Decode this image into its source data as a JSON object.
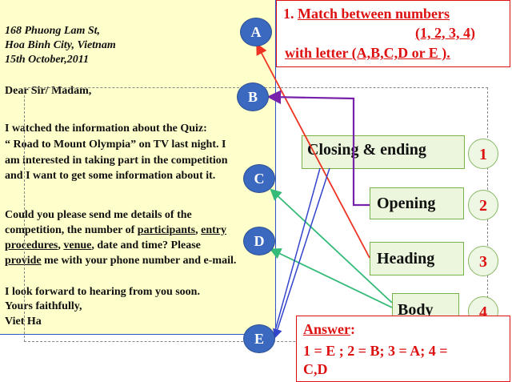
{
  "letter": {
    "address_line1": "168 Phuong Lam St,",
    "address_line2": "Hoa Binh City, Vietnam",
    "date": "15th October,2011",
    "salutation": "Dear Sir/ Madam,",
    "para1_line1": "I watched the information about the Quiz:",
    "para1_line2": "“ Road to Mount Olympia”  on TV last night. I",
    "para1_line3": "am interested in taking part in the competition",
    "para1_line4": "and I want to get some information about it.",
    "para2_line1": "Could you please send me details of the",
    "para2_line2_a": "competition, the number of ",
    "para2_line2_b": "participants",
    "para2_line2_c": ", ",
    "para2_line2_d": "entry",
    "para2_line3_a": "procedures",
    "para2_line3_b": ",  ",
    "para2_line3_c": "venue",
    "para2_line3_d": ", date and time? Please",
    "para2_line4_a": "provide",
    "para2_line4_b": " me with your phone number and e-mail.",
    "closing_line1": "I look forward to hearing from you soon.",
    "closing_line2": "Yours faithfully,",
    "signature": "Viet Ha"
  },
  "instruction": {
    "line1": "1. ",
    "line1_u": "Match between numbers",
    "line2": "(1, 2, 3, 4)",
    "line3": "with letter (A,B,C,D or E ).",
    "color": "#dd1111"
  },
  "labels": {
    "closing": "Closing & ending",
    "opening": "Opening",
    "heading": "Heading",
    "body": "Body"
  },
  "numbers": [
    "1",
    "2",
    "3",
    "4"
  ],
  "letters": [
    "A",
    "B",
    "C",
    "D",
    "E"
  ],
  "answer": {
    "title": "Answer",
    "colon": ":",
    "line1": "1 = E ;  2 = B;  3 = A;  4 =",
    "line2": "C,D"
  },
  "colors": {
    "letter_bg": "#ffffcc",
    "circle_blue": "#3b69c0",
    "label_green": "#ebf6dc",
    "arrow_red": "#ee3322",
    "arrow_purple": "#7722aa",
    "arrow_green": "#33bb77",
    "arrow_blue": "#3344cc"
  }
}
